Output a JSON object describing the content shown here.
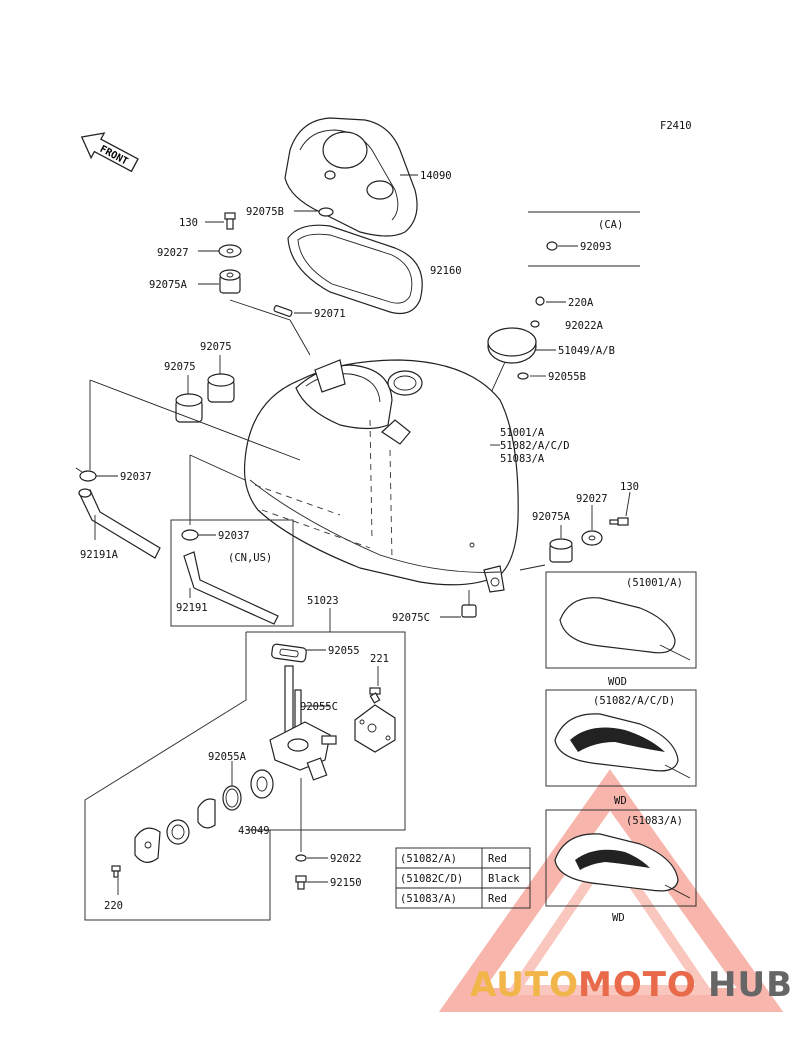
{
  "figure_code": "F2410",
  "front_label": "FRONT",
  "parts": {
    "p14090": "14090",
    "p92075B": "92075B",
    "p130_left": "130",
    "p92027_left": "92027",
    "p92075A_left": "92075A",
    "p92160": "92160",
    "p92071": "92071",
    "p92075_a": "92075",
    "p92075_b": "92075",
    "p220A": "220A",
    "p92022A": "92022A",
    "p51049": "51049/A/B",
    "p92055B": "92055B",
    "p51001": "51001/A",
    "p51082": "51082/A/C/D",
    "p51083": "51083/A",
    "p92037_a": "92037",
    "p92037_b": "92037",
    "p92191A": "92191A",
    "p92191": "92191",
    "p130_right": "130",
    "p92027_right": "92027",
    "p92075A_right": "92075A",
    "p92075C": "92075C",
    "p51023": "51023",
    "p92055": "92055",
    "p221": "221",
    "p92055C": "92055C",
    "p92055A": "92055A",
    "p43049": "43049",
    "p92022": "92022",
    "p92150": "92150",
    "p220": "220"
  },
  "ca_box": {
    "label": "(CA)",
    "part": "92093"
  },
  "cnus_label": "(CN,US)",
  "variants": [
    {
      "label": "(51001/A)",
      "caption": "WOD"
    },
    {
      "label": "(51082/A/C/D)",
      "caption": "WD"
    },
    {
      "label": "(51083/A)",
      "caption": "WD"
    }
  ],
  "color_table": [
    {
      "part": "(51082/A)",
      "color": "Red"
    },
    {
      "part": "(51082C/D)",
      "color": "Black"
    },
    {
      "part": "(51083/A)",
      "color": "Red"
    }
  ],
  "watermark": {
    "a": "AUTO",
    "b": "MOTO",
    "c": "HUB"
  }
}
